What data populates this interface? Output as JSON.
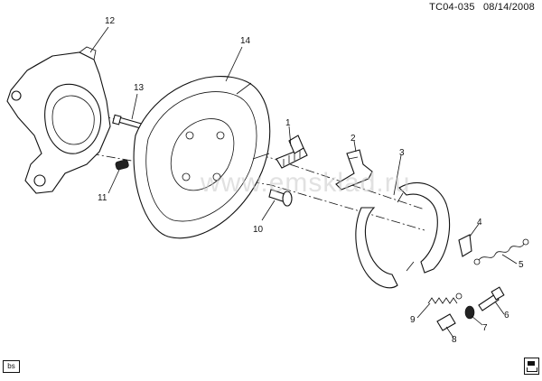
{
  "header": {
    "doc_code": "TC04-035",
    "date": "08/14/2008"
  },
  "watermark": "www.emsklad.ru",
  "footer": {
    "badge": "bs",
    "corner_icon": "vehicle-doc-icon"
  },
  "callouts": [
    {
      "id": "1",
      "text": "1"
    },
    {
      "id": "2",
      "text": "2"
    },
    {
      "id": "3",
      "text": "3"
    },
    {
      "id": "4",
      "text": "4"
    },
    {
      "id": "5",
      "text": "5"
    },
    {
      "id": "6",
      "text": "6"
    },
    {
      "id": "7",
      "text": "7"
    },
    {
      "id": "8",
      "text": "8"
    },
    {
      "id": "9",
      "text": "9"
    },
    {
      "id": "10",
      "text": "10"
    },
    {
      "id": "11",
      "text": "11"
    },
    {
      "id": "12",
      "text": "12"
    },
    {
      "id": "13",
      "text": "13"
    },
    {
      "id": "14",
      "text": "14"
    }
  ],
  "colors": {
    "line": "#111111",
    "background": "#ffffff",
    "watermark": "#c9c9c9"
  }
}
